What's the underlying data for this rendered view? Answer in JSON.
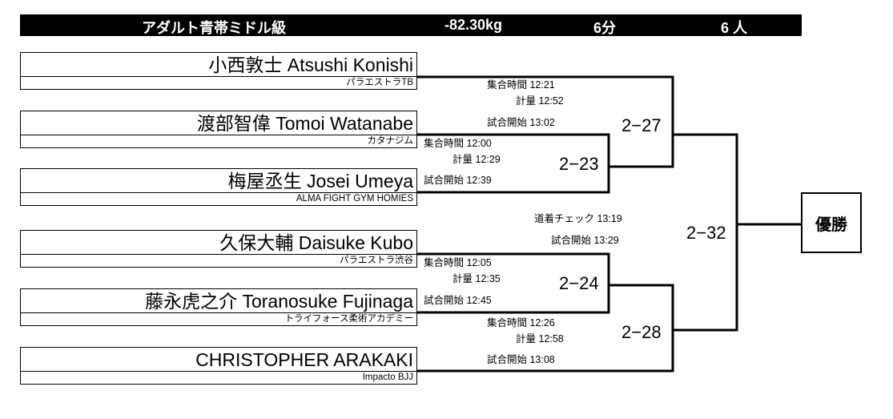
{
  "header": {
    "division": "アダルト青帯ミドル級",
    "weight": "-82.30kg",
    "duration": "6分",
    "count": "6 人"
  },
  "competitors": [
    {
      "name": "小西敦士 Atsushi Konishi",
      "gym": "パラエストラTB"
    },
    {
      "name": "渡部智偉 Tomoi Watanabe",
      "gym": "カタナジム"
    },
    {
      "name": "梅屋丞生 Josei Umeya",
      "gym": "ALMA FIGHT GYM HOMIES"
    },
    {
      "name": "久保大輔 Daisuke Kubo",
      "gym": "パラエストラ渋谷"
    },
    {
      "name": "藤永虎之介 Toranosuke Fujinaga",
      "gym": "トライフォース柔術アカデミー"
    },
    {
      "name": "CHRISTOPHER ARAKAKI",
      "gym": "Impacto BJJ"
    }
  ],
  "matches": {
    "m23": {
      "score": "2−23",
      "gather": "集合時間 12:00",
      "weigh": "計量 12:29",
      "start": "試合開始 12:39"
    },
    "m24": {
      "score": "2−24",
      "gather": "集合時間 12:05",
      "weigh": "計量 12:35",
      "start": "試合開始 12:45"
    },
    "m27": {
      "score": "2−27",
      "gather": "集合時間 12:21",
      "weigh": "計量 12:52",
      "start": "試合開始 13:02"
    },
    "m28": {
      "score": "2−28",
      "gather": "集合時間 12:26",
      "weigh": "計量 12:58",
      "start": "試合開始 13:08"
    },
    "m32": {
      "score": "2−32",
      "check": "道着チェック 13:19",
      "start": "試合開始 13:29"
    }
  },
  "champion_label": "優勝"
}
